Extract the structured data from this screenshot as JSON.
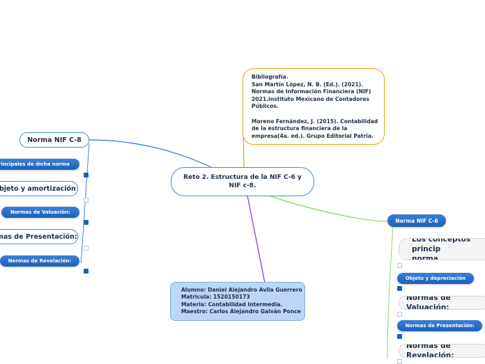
{
  "colors": {
    "orange_branch": "#f39c12",
    "green_branch": "#7fd84a",
    "purple_branch": "#8a2be2",
    "blue_branch": "#2f73d8",
    "node_blue": "#1d5fb9"
  },
  "central_topic": {
    "line1": "Reto 2. Estructura de la NIF C-6 y",
    "line2": "NIF c-8."
  },
  "bibliography": {
    "lines": [
      "Bibliografía.",
      "San Martín López, N. B. (Ed.). (2021).",
      "Normas de Información Financiera (NIF)",
      "2021.Instituto Mexicano de Contadores",
      "Públicos.",
      "",
      "Moreno Fernández, J. (2015). Contabilidad",
      "de la estructura financiera de la",
      "empresa(4a. ed.). Grupo Editorial Patria."
    ]
  },
  "student_info": {
    "lines": [
      "Alumno: Daniel Alejandro Avila Guerrero",
      "Matricula: 1520150173",
      "Materia: Contabilidad Intermedia.",
      "Maestro: Carlos Alejandro Galván Ponce"
    ]
  },
  "nif_c8": {
    "title": "Norma NIF C-8",
    "children": [
      "rincipales de dicha norma",
      "bjeto y amortización",
      "Normas de Valuación:",
      "mas de Presentación:",
      "Normas de Revelación:"
    ]
  },
  "nif_c6": {
    "title": "Norma NIF C-6",
    "children": [
      "Los conceptos princip",
      "norma",
      "Objeto y depreciación",
      "Normas de Valuación:",
      "Normas de Presentación:",
      "Normas de Revelación:"
    ]
  }
}
